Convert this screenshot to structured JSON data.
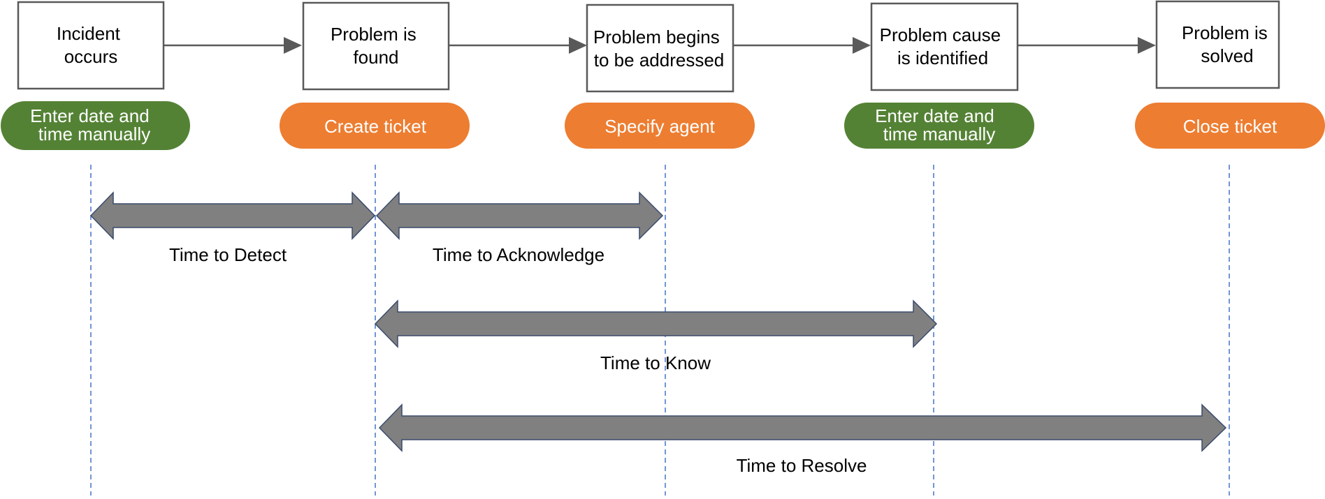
{
  "colors": {
    "green_pill": "#548235",
    "orange_pill": "#ed7d31",
    "box_border": "#595959",
    "span_arrow_fill": "#808080",
    "guide_line": "#4472c4"
  },
  "stages": [
    {
      "id": "incident",
      "lines": [
        "Incident",
        "occurs"
      ],
      "action": {
        "lines": [
          "Enter date and",
          "time manually"
        ],
        "color": "green"
      }
    },
    {
      "id": "found",
      "lines": [
        "Problem is",
        "found"
      ],
      "action": {
        "lines": [
          "Create ticket"
        ],
        "color": "orange"
      }
    },
    {
      "id": "addressed",
      "lines": [
        "Problem begins",
        "to be addressed"
      ],
      "action": {
        "lines": [
          "Specify agent"
        ],
        "color": "orange"
      }
    },
    {
      "id": "identified",
      "lines": [
        "Problem cause",
        "is identified"
      ],
      "action": {
        "lines": [
          "Enter date and",
          "time manually"
        ],
        "color": "green"
      }
    },
    {
      "id": "solved",
      "lines": [
        "Problem is",
        "solved"
      ],
      "action": {
        "lines": [
          "Close ticket"
        ],
        "color": "orange"
      }
    }
  ],
  "intervals": [
    {
      "id": "detect",
      "label": "Time to Detect",
      "from_stage": 0,
      "to_stage": 1
    },
    {
      "id": "acknowledge",
      "label": "Time to Acknowledge",
      "from_stage": 1,
      "to_stage": 2
    },
    {
      "id": "know",
      "label": "Time to Know",
      "from_stage": 1,
      "to_stage": 3
    },
    {
      "id": "resolve",
      "label": "Time to Resolve",
      "from_stage": 1,
      "to_stage": 4
    }
  ]
}
